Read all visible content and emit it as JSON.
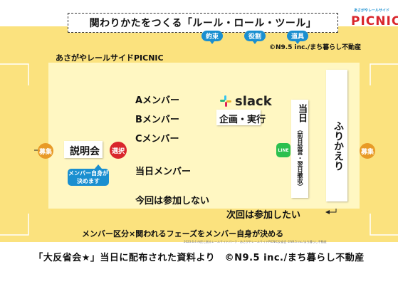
{
  "title": "関わりかたをつくる「ルール・ロール・ツール」",
  "tags": {
    "rule": "約束",
    "role": "役割",
    "tool": "道具"
  },
  "logo": {
    "sub": "あさがやレールサイド",
    "main": "PICNIC"
  },
  "copyright_top": "©N9.5 inc./まち暮らし不動産",
  "venue": "あさがやレールサイドPICNIC",
  "nodes": {
    "entry": "募集",
    "briefing": "説明会",
    "select": "選択",
    "bubble": "メンバー自身が決めます",
    "member_a": "Aメンバー",
    "member_b": "Bメンバー",
    "member_c": "Cメンバー",
    "day_member": "当日メンバー",
    "not_joining": "今回は参加しない",
    "plan": "企画・実行",
    "slack": "slack",
    "line": "LINE",
    "day": "当日",
    "day_detail": "（前日設営・翌日撤収）",
    "reflect": "ふりかえり",
    "next_join": "次回は参加したい",
    "exit": "募集"
  },
  "bottom_caption": "メンバー区分×関われるフェーズをメンバー自身が決める",
  "footer_tiny": "2023.6.4 市民と創るレールサイドパーク・あさがやレールサイドPICNIC反省会 ©N9.5 inc./まち暮らし不動産",
  "caption": "「大反省会★」当日に配布された資料より　©N9.5 inc./まち暮らし不動産",
  "colors": {
    "accent_yellow": "#fbe27e",
    "panel": "#fff7c2",
    "blue": "#1a8fd0",
    "red": "#d9262c",
    "green": "#2cc04f"
  }
}
